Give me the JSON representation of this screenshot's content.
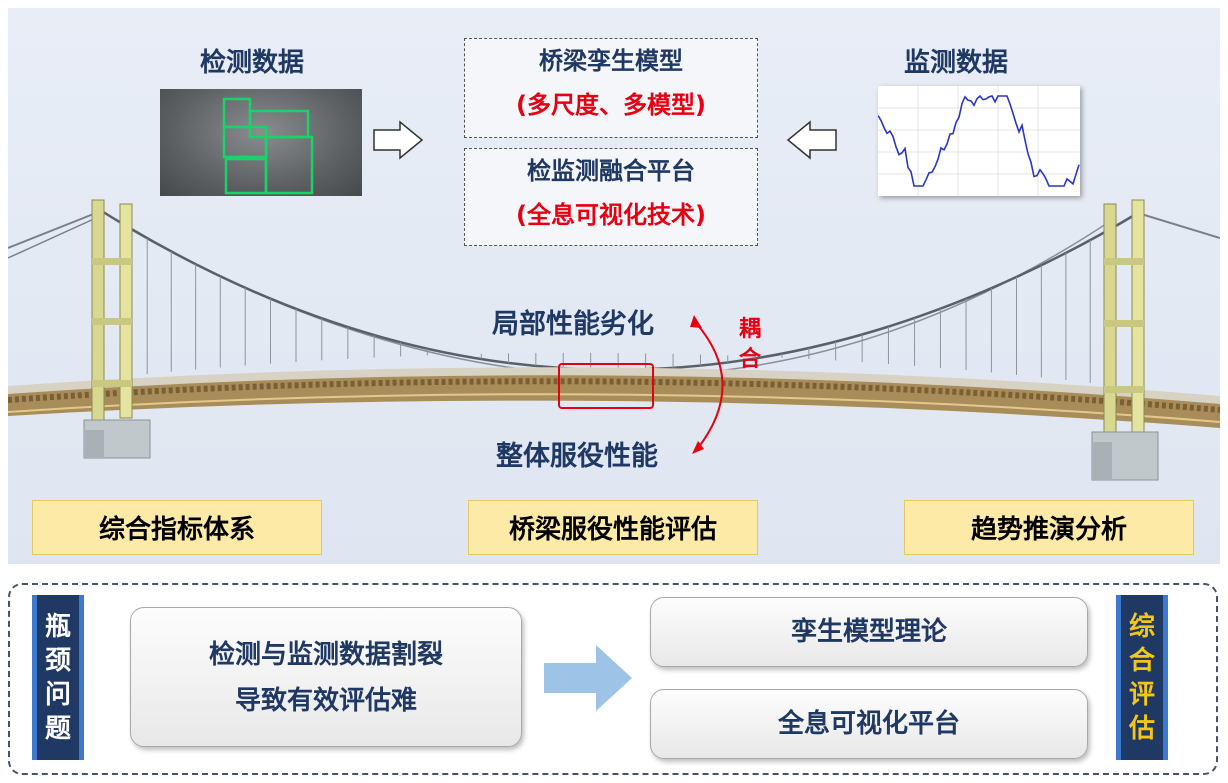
{
  "top": {
    "inspection_label": "检测数据",
    "monitoring_label": "监测数据",
    "twin_model": {
      "title": "桥梁孪生模型",
      "subtitle": "(多尺度、多模型)"
    },
    "fusion_platform": {
      "title": "检监测融合平台",
      "subtitle": "(全息可视化技术)"
    },
    "local_degradation": "局部性能劣化",
    "coupling": [
      "耦",
      "合"
    ],
    "overall_service": "整体服役性能"
  },
  "yellow_boxes": [
    "综合指标体系",
    "桥梁服役性能评估",
    "趋势推演分析"
  ],
  "bottom": {
    "left_label": [
      "瓶",
      "颈",
      "问",
      "题"
    ],
    "problem_lines": [
      "检测与监测数据割裂",
      "导致有效评估难"
    ],
    "solution_1": "孪生模型理论",
    "solution_2": "全息可视化平台",
    "right_label": [
      "综",
      "合",
      "评",
      "估"
    ]
  },
  "colors": {
    "navy": "#1f3864",
    "red": "#e60012",
    "yellow_label": "#f5c518",
    "yellow_box": "#fdeaa7",
    "arrow_blue": "#9dc3e6"
  }
}
